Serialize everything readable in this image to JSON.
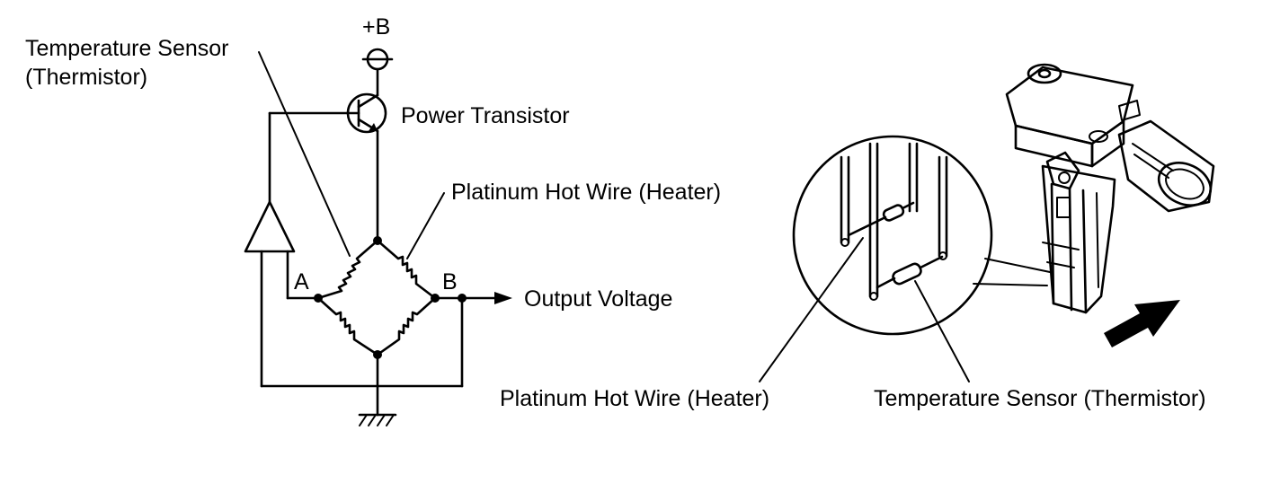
{
  "circuit": {
    "supply_label": "+B",
    "thermistor_label_line1": "Temperature Sensor",
    "thermistor_label_line2": "(Thermistor)",
    "transistor_label": "Power Transistor",
    "hot_wire_label": "Platinum Hot Wire (Heater)",
    "node_a_label": "A",
    "node_b_label": "B",
    "output_label": "Output Voltage"
  },
  "sensor_illustration": {
    "hot_wire_label": "Platinum Hot Wire (Heater)",
    "thermistor_label": "Temperature Sensor (Thermistor)",
    "airflow_arrow_icon": "airflow-arrow-icon"
  },
  "colors": {
    "line": "#000000",
    "background": "#ffffff"
  }
}
